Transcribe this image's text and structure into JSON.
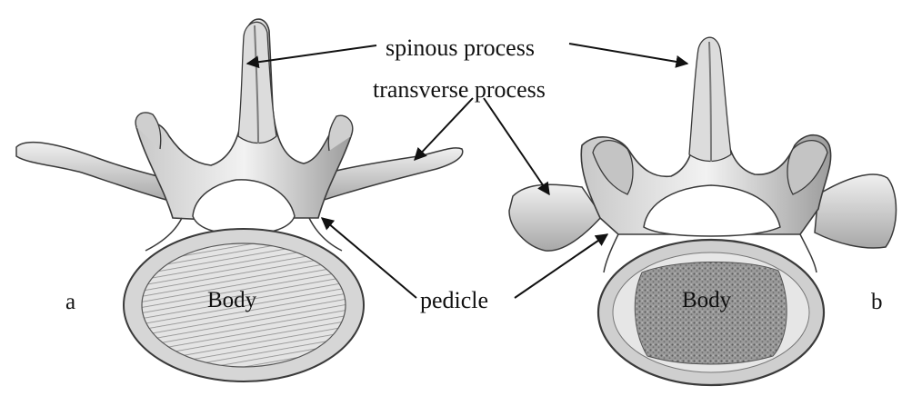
{
  "labels": {
    "spinous_process": "spinous process",
    "transverse_process": "transverse process",
    "pedicle": "pedicle",
    "body_left": "Body",
    "body_right": "Body",
    "panel_a": "a",
    "panel_b": "b"
  },
  "colors": {
    "bone_light": "#e8e8e8",
    "bone_mid": "#bdbdbd",
    "bone_dark": "#6e6e6e",
    "outline": "#3a3a3a",
    "cancellous": "#8a8a8a",
    "arrow": "#111111"
  }
}
